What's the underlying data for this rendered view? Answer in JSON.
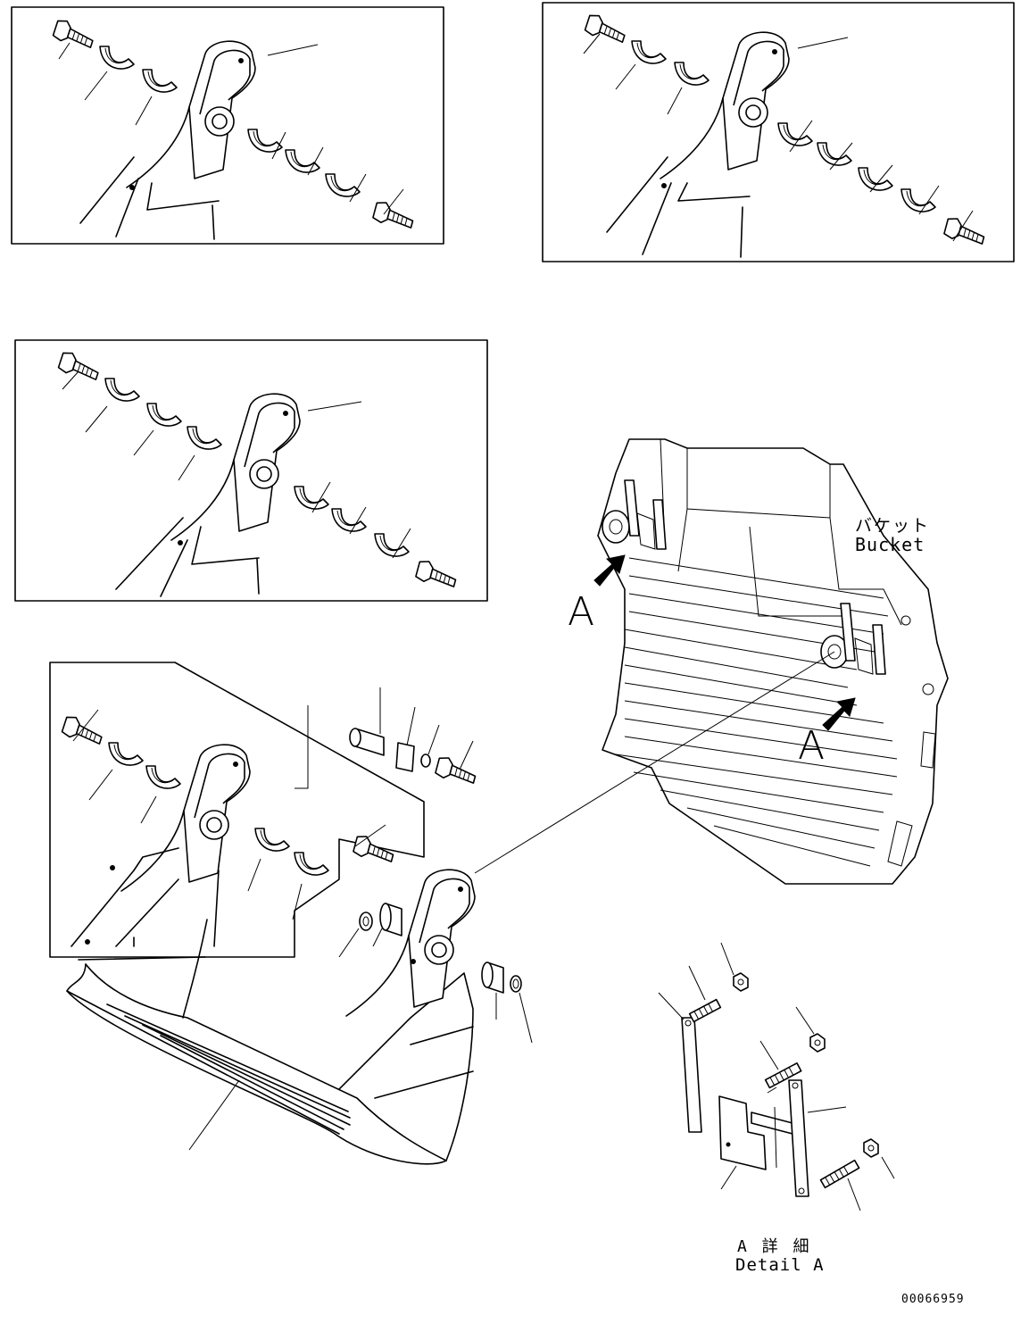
{
  "bucket_label": {
    "jp": "バケット",
    "en": "Bucket"
  },
  "view_markers": [
    "A",
    "A"
  ],
  "detail_label": {
    "jp": "A 詳 細",
    "en": "Detail A"
  },
  "drawing_number": "00066959"
}
